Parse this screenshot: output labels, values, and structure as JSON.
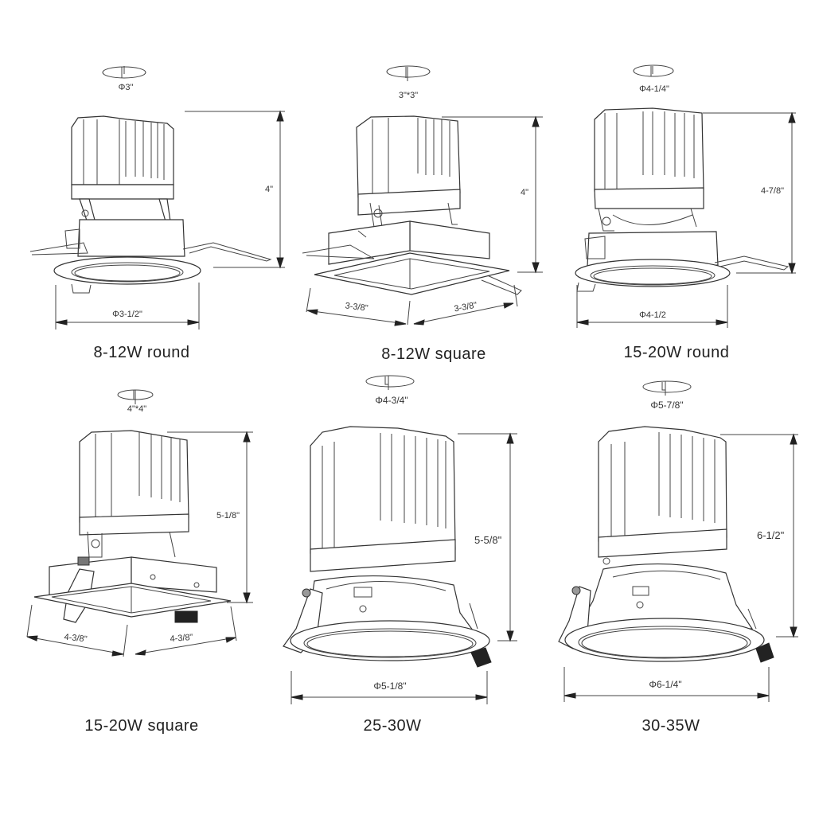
{
  "figure": {
    "title": "",
    "products": [
      {
        "caption": "8-12W round",
        "shape": "round",
        "cutout": "Φ3\"",
        "height": "4\"",
        "trim_width": "Φ3-1/2\"",
        "trim_depth": ""
      },
      {
        "caption": "8-12W square",
        "shape": "square",
        "cutout": "3\"*3\"",
        "height": "4\"",
        "trim_width": "3-3/8\"",
        "trim_depth": "3-3/8\""
      },
      {
        "caption": "15-20W round",
        "shape": "round",
        "cutout": "Φ4-1/4\"",
        "height": "4-7/8\"",
        "trim_width": "Φ4-1/2",
        "trim_depth": ""
      },
      {
        "caption": "15-20W square",
        "shape": "square",
        "cutout": "4\"*4\"",
        "height": "5-1/8\"",
        "trim_width": "4-3/8\"",
        "trim_depth": "4-3/8\""
      },
      {
        "caption": "25-30W",
        "shape": "round",
        "cutout": "Φ4-3/4\"",
        "height": "5-5/8\"",
        "trim_width": "Φ5-1/8\"",
        "trim_depth": ""
      },
      {
        "caption": "30-35W",
        "shape": "round",
        "cutout": "Φ5-7/8\"",
        "height": "6-1/2\"",
        "trim_width": "Φ6-1/4\"",
        "trim_depth": ""
      }
    ]
  }
}
